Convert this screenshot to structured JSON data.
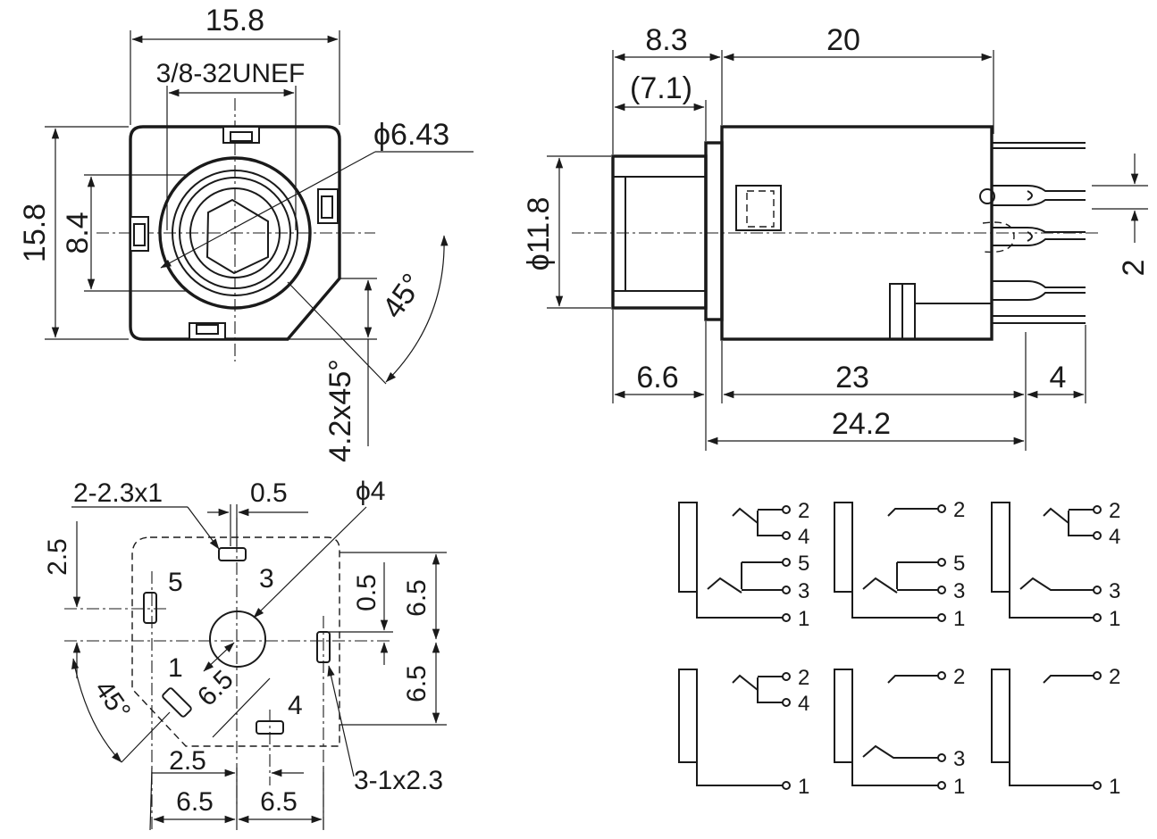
{
  "front_view": {
    "width": "15.8",
    "thread": "3/8-32UNEF",
    "height": "15.8",
    "inner": "8.4",
    "diameter": "ϕ6.43",
    "angle": "45°",
    "chamfer": "4.2x45°"
  },
  "side_view": {
    "nut_length": "8.3",
    "nut_length_alt": "(7.1)",
    "body_length": "20",
    "nut_diameter": "ϕ11.8",
    "pin_pitch": "2",
    "bushing": "6.6",
    "body_total": "23",
    "pin_extension": "4",
    "overall": "24.2"
  },
  "pcb_layout": {
    "slot_top": "2-2.3x1",
    "slot_offset": "0.5",
    "hole_diameter": "ϕ4",
    "left_offset": "2.5",
    "right_offset": "0.5",
    "upper_half": "6.5",
    "lower_half": "6.5",
    "angle": "45°",
    "diag": "6.5",
    "bottom_offset": "2.5",
    "bottom_left": "6.5",
    "bottom_right": "6.5",
    "slot_bottom": "3-1x2.3",
    "pins": [
      "1",
      "3",
      "4",
      "5"
    ]
  },
  "schematics": [
    {
      "labels": [
        "2",
        "4",
        "5",
        "3",
        "1"
      ]
    },
    {
      "labels": [
        "2",
        "5",
        "3",
        "1"
      ]
    },
    {
      "labels": [
        "2",
        "4",
        "3",
        "1"
      ]
    },
    {
      "labels": [
        "2",
        "4",
        "1"
      ]
    },
    {
      "labels": [
        "2",
        "3",
        "1"
      ]
    },
    {
      "labels": [
        "2",
        "1"
      ]
    }
  ]
}
